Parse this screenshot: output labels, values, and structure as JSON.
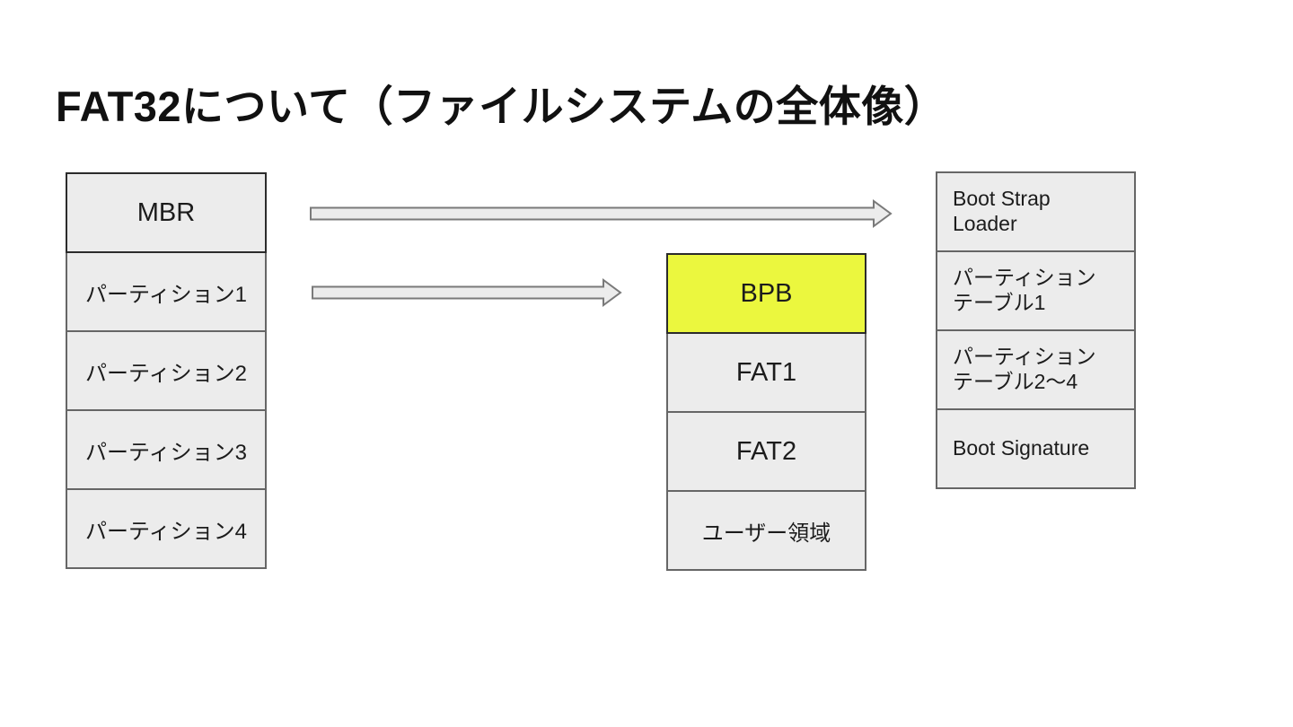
{
  "slide": {
    "title": "FAT32について（ファイルシステムの全体像）"
  },
  "diagram": {
    "mbr_stack": {
      "cells": [
        "MBR",
        "パーティション1",
        "パーティション2",
        "パーティション3",
        "パーティション4"
      ]
    },
    "partition_stack": {
      "cells": [
        "BPB",
        "FAT1",
        "FAT2",
        "ユーザー領域"
      ],
      "highlighted_cell": "BPB"
    },
    "mbr_detail_stack": {
      "cells": [
        "Boot Strap\nLoader",
        "パーティション\nテーブル1",
        "パーティション\nテーブル2～4",
        "Boot Signature"
      ]
    },
    "arrows": [
      {
        "name": "mbr-to-boot-detail",
        "from": "MBR",
        "to": "Boot Strap Loader"
      },
      {
        "name": "partition1-to-bpb",
        "from": "パーティション1",
        "to": "BPB"
      }
    ],
    "colors": {
      "cell_fill": "#ececec",
      "highlight_fill": "#ebf73e",
      "cell_border": "#666666",
      "emphasis_border": "#2b2b2b",
      "arrow_fill": "#ececec",
      "arrow_stroke": "#7a7a7a",
      "text": "#1c1c1c",
      "background": "#ffffff"
    }
  }
}
